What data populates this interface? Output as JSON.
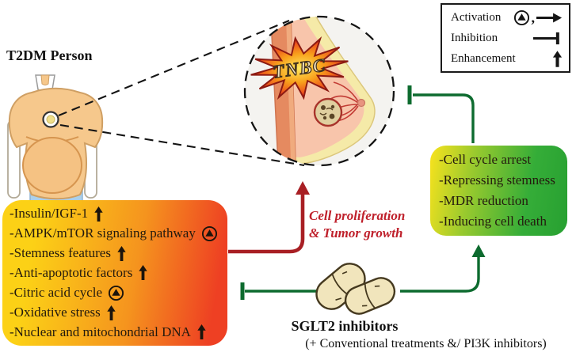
{
  "legend": {
    "rows": [
      {
        "label": "Activation",
        "separator": ",",
        "symbols": [
          "circled-triangle",
          "right-arrow"
        ]
      },
      {
        "label": "Inhibition",
        "symbols": [
          "t-bar"
        ]
      },
      {
        "label": "Enhancement",
        "symbols": [
          "up-arrow"
        ]
      }
    ]
  },
  "person": {
    "label": "T2DM Person"
  },
  "tnbc": {
    "label": "TNBC"
  },
  "risk_box": {
    "items": [
      {
        "label": "-Insulin/IGF-1",
        "symbol": "up-arrow"
      },
      {
        "label": "-AMPK/mTOR signaling pathway",
        "symbol": "activation-circled-triangle"
      },
      {
        "label": "-Stemness features",
        "symbol": "up-arrow"
      },
      {
        "label": "-Anti-apoptotic factors",
        "symbol": "up-arrow"
      },
      {
        "label": "-Citric acid cycle",
        "symbol": "activation-circled-triangle"
      },
      {
        "label": "-Oxidative stress",
        "symbol": "up-arrow"
      },
      {
        "label": "-Nuclear and mitochondrial DNA",
        "symbol": "up-arrow"
      }
    ],
    "gradient": [
      "#fcd116",
      "#ee4023"
    ]
  },
  "effect_box": {
    "items": [
      {
        "label": "-Cell cycle arrest"
      },
      {
        "label": "-Repressing stemness"
      },
      {
        "label": "-MDR reduction"
      },
      {
        "label": "-Inducing cell death"
      }
    ],
    "gradient": [
      "#f3e11e",
      "#2aa434"
    ]
  },
  "proliferation": {
    "line1": "Cell proliferation",
    "line2": "& Tumor growth",
    "color": "#bf202b"
  },
  "sglt2": {
    "title": "SGLT2 inhibitors",
    "subtitle": "(+ Conventional treatments &/ PI3K inhibitors)"
  },
  "arrow_colors": {
    "tumor_promotion_red": "#a81f24",
    "treatment_green": "#0d6b2f"
  }
}
